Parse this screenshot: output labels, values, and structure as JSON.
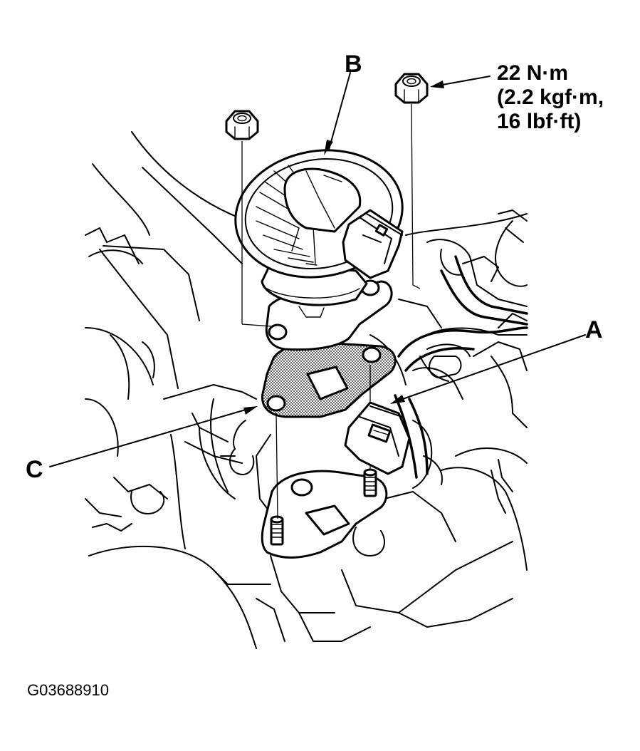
{
  "labels": {
    "a": "A",
    "b": "B",
    "c": "C"
  },
  "torque": {
    "line1": "22 N·m",
    "line2": "(2.2 kgf·m,",
    "line3": "16 lbf·ft)"
  },
  "figure_code": "G03688910",
  "colors": {
    "ink": "#000000",
    "paper": "#ffffff",
    "gasket_stipple": "#9a9a9a"
  }
}
